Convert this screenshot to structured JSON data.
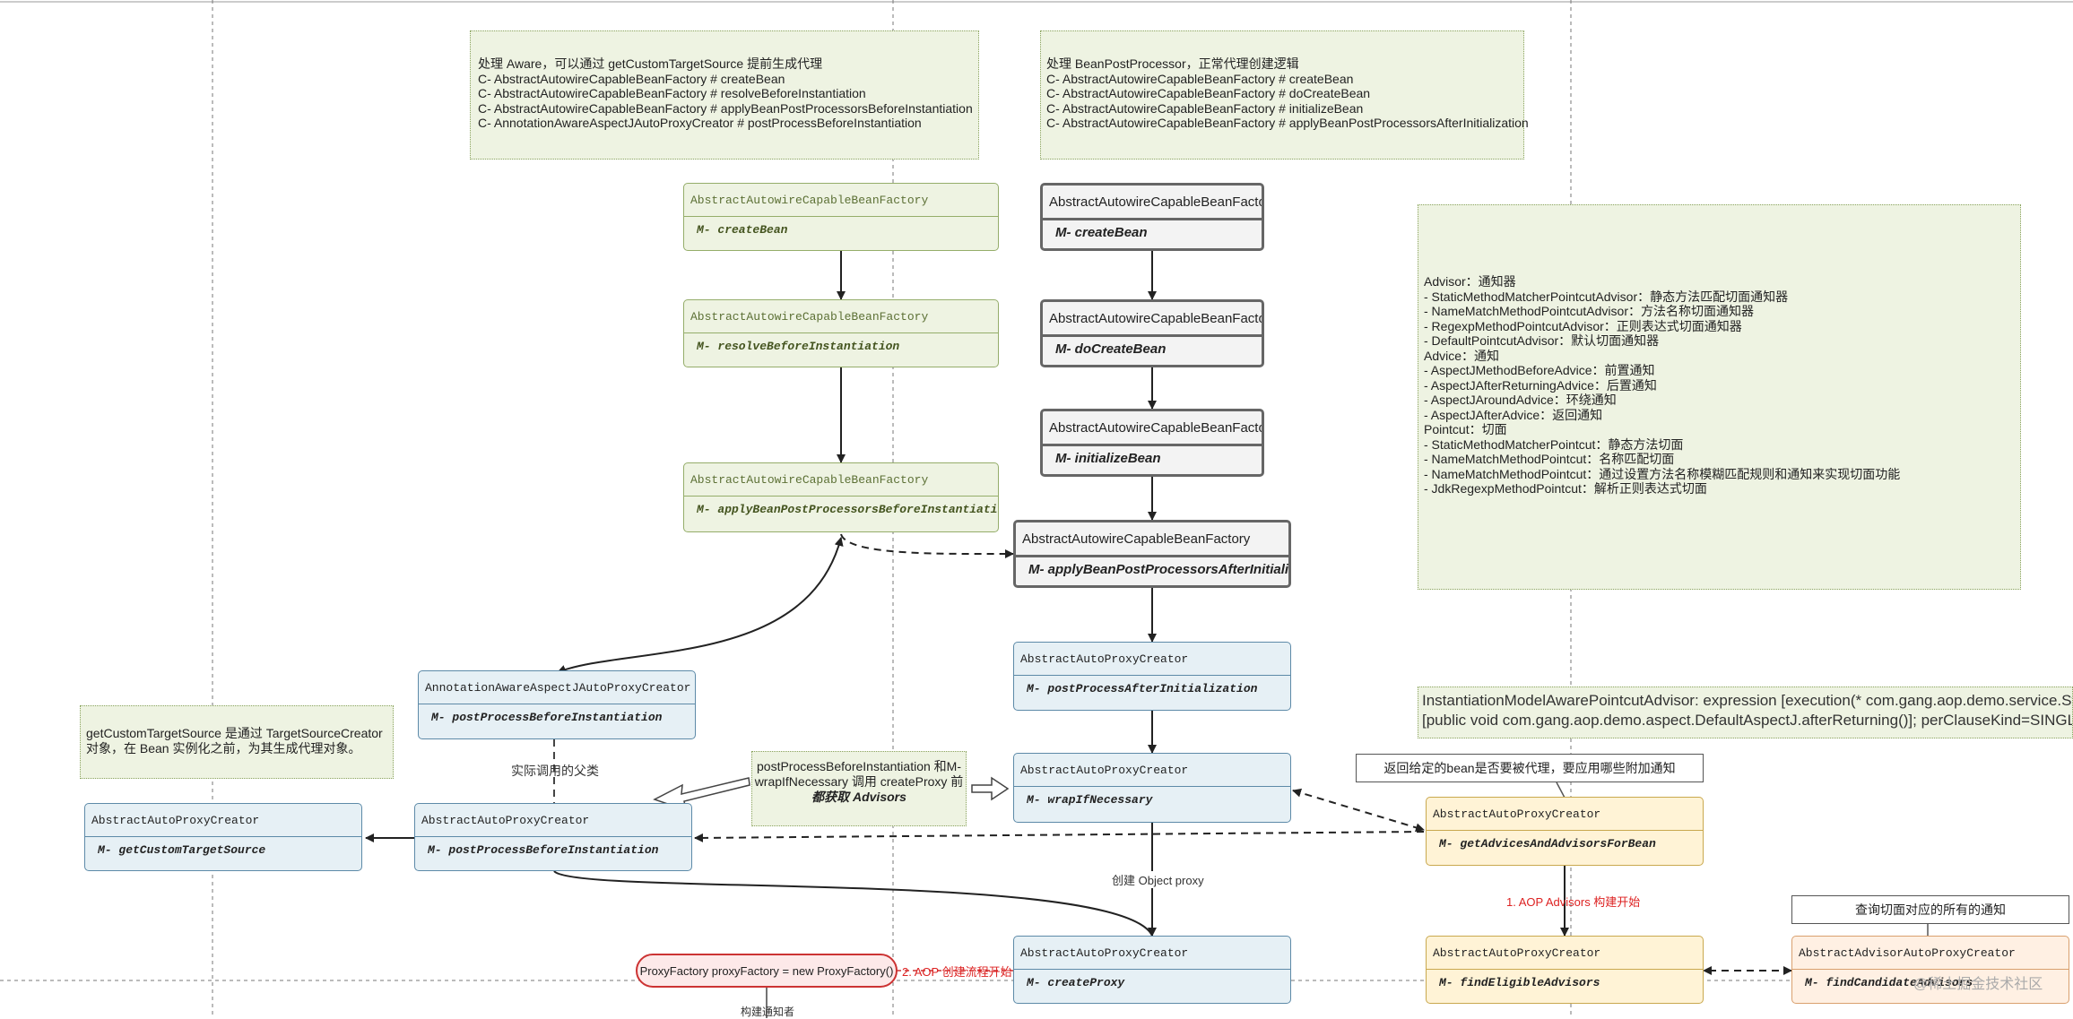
{
  "notes": {
    "aware": {
      "lines": [
        "处理 Aware，可以通过 getCustomTargetSource 提前生成代理",
        "C- AbstractAutowireCapableBeanFactory # createBean",
        "C- AbstractAutowireCapableBeanFactory # resolveBeforeInstantiation",
        "C- AbstractAutowireCapableBeanFactory # applyBeanPostProcessorsBeforeInstantiation",
        "C- AnnotationAwareAspectJAutoProxyCreator # postProcessBeforeInstantiation"
      ]
    },
    "bpp": {
      "lines": [
        "处理 BeanPostProcessor，正常代理创建逻辑",
        "C- AbstractAutowireCapableBeanFactory # createBean",
        "C- AbstractAutowireCapableBeanFactory # doCreateBean",
        "C- AbstractAutowireCapableBeanFactory # initializeBean",
        "C- AbstractAutowireCapableBeanFactory # applyBeanPostProcessorsAfterInitialization"
      ]
    },
    "advisor": {
      "lines": [
        "Advisor：通知器",
        "- StaticMethodMatcherPointcutAdvisor：静态方法匹配切面通知器",
        "- NameMatchMethodPointcutAdvisor：方法名称切面通知器",
        "- RegexpMethodPointcutAdvisor：正则表达式切面通知器",
        "- DefaultPointcutAdvisor：默认切面通知器",
        "",
        "Advice：通知",
        "- AspectJMethodBeforeAdvice：前置通知",
        "- AspectJAfterReturningAdvice：后置通知",
        "- AspectJAroundAdvice：环绕通知",
        "- AspectJAfterAdvice：返回通知",
        "",
        "Pointcut：切面",
        "- StaticMethodMatcherPointcut：静态方法切面",
        "- NameMatchMethodPointcut：名称匹配切面",
        "- NameMatchMethodPointcut：通过设置方法名称模糊匹配规则和通知来实现切面功能",
        "- JdkRegexpMethodPointcut：解析正则表达式切面"
      ]
    },
    "custom_target": {
      "lines": [
        "getCustomTargetSource 是通过 TargetSourceCreator",
        "对象，在 Bean 实例化之前，为其生成代理对象。"
      ]
    },
    "mid": {
      "lines": [
        "postProcessBeforeInstantiation 和M-",
        "wrapIfNecessary 调用 createProxy 前",
        "都获取 Advisors"
      ]
    },
    "instantiation": {
      "lines": [
        "InstantiationModelAwarePointcutAdvisor: expression [execution(* com.gang.aop.demo.service.StartService.*(..))]; advice method",
        "[public void com.gang.aop.demo.aspect.DefaultAspectJ.afterReturning()]; perClauseKind=SINGLETON"
      ]
    }
  },
  "boxes": {
    "g1": {
      "cls": "AbstractAutowireCapableBeanFactory",
      "method": "M- createBean"
    },
    "g2": {
      "cls": "AbstractAutowireCapableBeanFactory",
      "method": "M- resolveBeforeInstantiation"
    },
    "g3": {
      "cls": "AbstractAutowireCapableBeanFactory",
      "method": "M- applyBeanPostProcessorsBeforeInstantiation"
    },
    "r1": {
      "cls": "AbstractAutowireCapableBeanFactory",
      "method": "M- createBean"
    },
    "r2": {
      "cls": "AbstractAutowireCapableBeanFactory",
      "method": "M- doCreateBean"
    },
    "r3": {
      "cls": "AbstractAutowireCapableBeanFactory",
      "method": "M- initializeBean"
    },
    "r4": {
      "cls": "AbstractAutowireCapableBeanFactory",
      "method": "M- applyBeanPostProcessorsAfterInitialization"
    },
    "b1": {
      "cls": "AbstractAutoProxyCreator",
      "method": "M- postProcessAfterInitialization"
    },
    "b2": {
      "cls": "AbstractAutoProxyCreator",
      "method": "M- wrapIfNecessary"
    },
    "b3": {
      "cls": "AbstractAutoProxyCreator",
      "method": "M- createProxy"
    },
    "a1": {
      "cls": "AnnotationAwareAspectJAutoProxyCreator",
      "method": "M- postProcessBeforeInstantiation"
    },
    "a2": {
      "cls": "AbstractAutoProxyCreator",
      "method": "M- postProcessBeforeInstantiation"
    },
    "a3": {
      "cls": "AbstractAutoProxyCreator",
      "method": "M- getCustomTargetSource"
    },
    "y1": {
      "cls": "AbstractAutoProxyCreator",
      "method": "M- getAdvicesAndAdvisorsForBean"
    },
    "y2": {
      "cls": "AbstractAutoProxyCreator",
      "method": "M- findEligibleAdvisors"
    },
    "o1": {
      "cls": "AbstractAdvisorAutoProxyCreator",
      "method": "M- findCandidateAdvisors"
    }
  },
  "callouts": {
    "advice_question": "返回给定的bean是否要被代理，要应用哪些附加通知",
    "query_all": "查询切面对应的所有的通知"
  },
  "labels": {
    "parent_class": "实际调用的父类",
    "create_proxy": "创建 Object proxy",
    "aop_advisors": "1. AOP Advisors 构建开始",
    "aop_create": "2. AOP 创建流程开始",
    "build_notifier": "构建通知者"
  },
  "proxy_factory": "ProxyFactory proxyFactory = new ProxyFactory()",
  "watermark": "@稀土掘金技术社区",
  "colors": {
    "green": "#eef3e2",
    "gray": "#f3f3f3",
    "blue": "#e6f0f5",
    "yellow": "#fff3d6",
    "orange": "#fff0e3",
    "red_text": "#dd2222"
  }
}
